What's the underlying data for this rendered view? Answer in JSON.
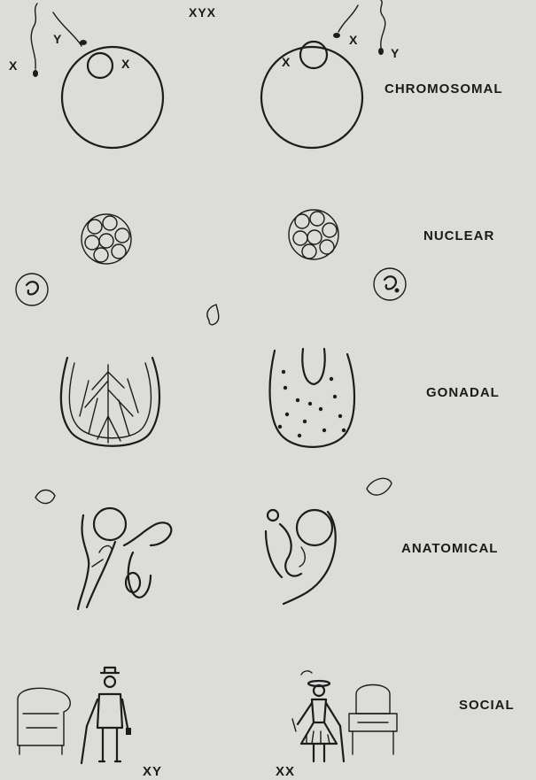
{
  "top_label": "XYX",
  "bottom_labels": {
    "male": "XY",
    "female": "XX"
  },
  "chromosomal": {
    "male_x_left": "X",
    "male_y": "Y",
    "male_x_egg": "X",
    "female_x_egg": "X",
    "female_x_sperm": "X",
    "female_y": "Y"
  },
  "rows": [
    {
      "label": "CHROMOSOMAL"
    },
    {
      "label": "NUCLEAR"
    },
    {
      "label": "GONADAL"
    },
    {
      "label": "ANATOMICAL"
    },
    {
      "label": "SOCIAL"
    }
  ]
}
